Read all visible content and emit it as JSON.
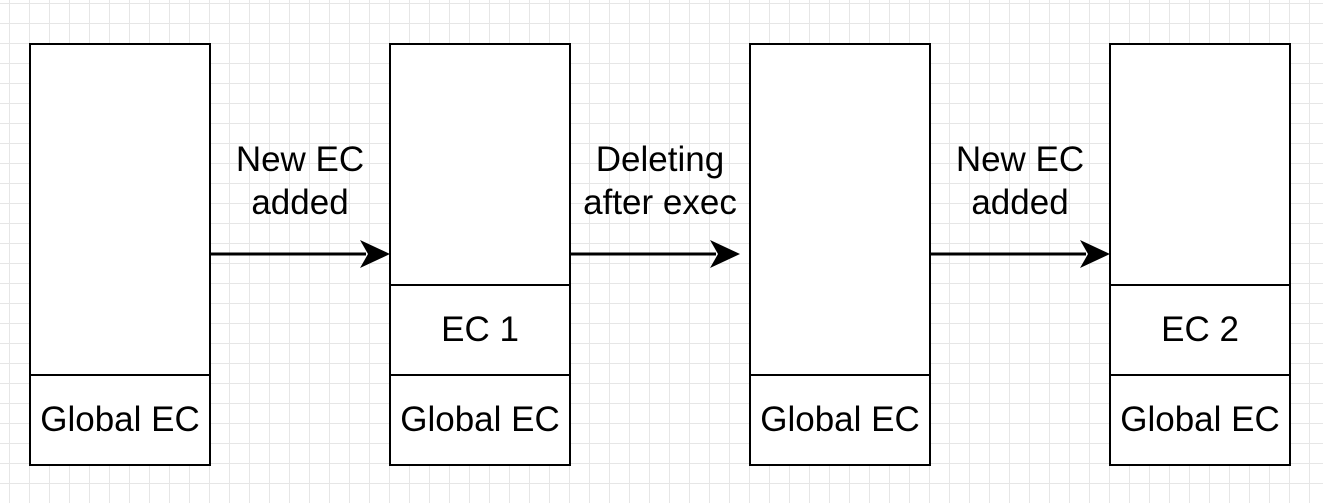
{
  "stacks": [
    {
      "frames": [
        "Global EC"
      ]
    },
    {
      "frames": [
        "Global EC",
        "EC 1"
      ]
    },
    {
      "frames": [
        "Global EC"
      ]
    },
    {
      "frames": [
        "Global EC",
        "EC 2"
      ]
    }
  ],
  "transitions": [
    {
      "line1": "New EC",
      "line2": "added"
    },
    {
      "line1": "Deleting",
      "line2": "after exec"
    },
    {
      "line1": "New EC",
      "line2": "added"
    }
  ]
}
